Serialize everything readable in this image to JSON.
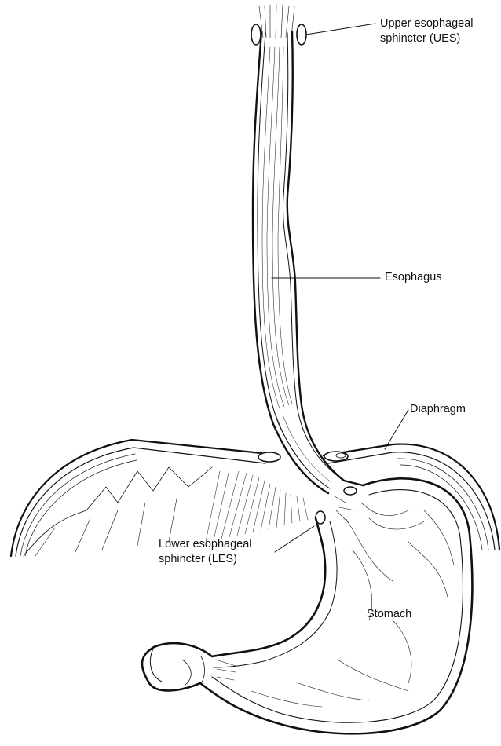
{
  "labels": {
    "ues": [
      "Upper esophageal",
      "sphincter (UES)"
    ],
    "esophagus": [
      "Esophagus"
    ],
    "diaphragm": [
      "Diaphragm"
    ],
    "les": [
      "Lower esophageal",
      "sphincter (LES)"
    ],
    "stomach": [
      "Stomach"
    ]
  },
  "colors": {
    "ink": "#111111",
    "background": "#ffffff"
  }
}
